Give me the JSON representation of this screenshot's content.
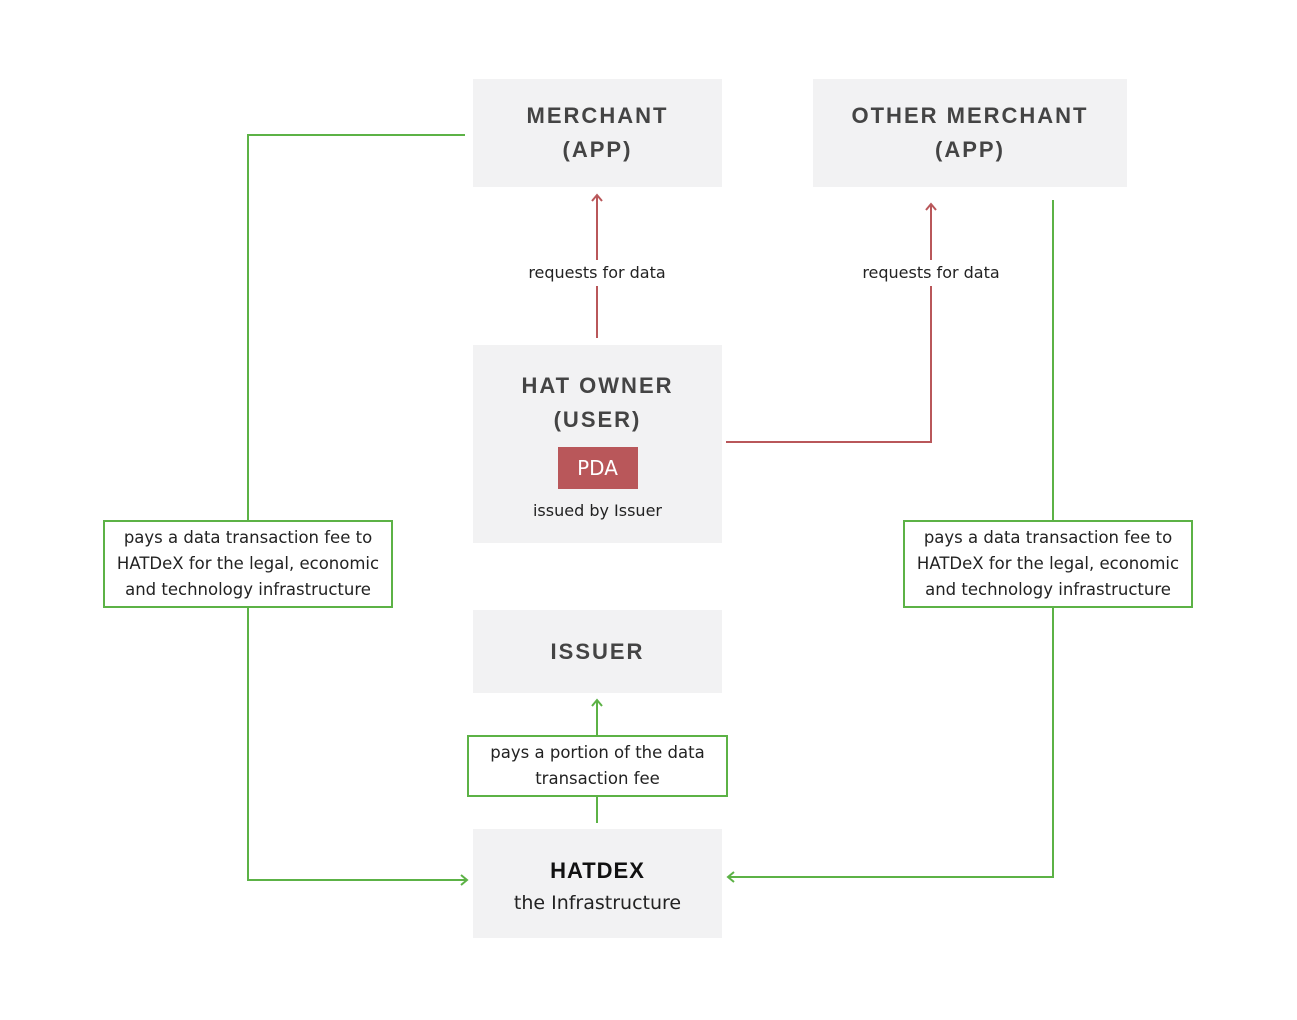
{
  "nodes": {
    "merchant": {
      "line1": "MERCHANT",
      "line2": "(APP)"
    },
    "other_merchant": {
      "line1": "OTHER MERCHANT",
      "line2": "(APP)"
    },
    "hat_owner": {
      "line1": "HAT OWNER",
      "line2": "(USER)",
      "badge": "PDA",
      "caption": "issued by Issuer"
    },
    "issuer": {
      "title": "ISSUER"
    },
    "hatdex": {
      "title": "HATDEX",
      "subtitle": "the Infrastructure"
    }
  },
  "edges": {
    "request_merchant": "requests for data",
    "request_other": "requests for data",
    "fee_left": "pays a data transaction fee to HATDeX for the legal, economic and technology infrastructure",
    "fee_right": "pays a data transaction fee to HATDeX for the legal, economic and technology infrastructure",
    "portion_fee": "pays a portion of the data transaction fee"
  },
  "colors": {
    "request": "#b9575a",
    "payment": "#5cb246",
    "box": "#f2f2f3"
  }
}
